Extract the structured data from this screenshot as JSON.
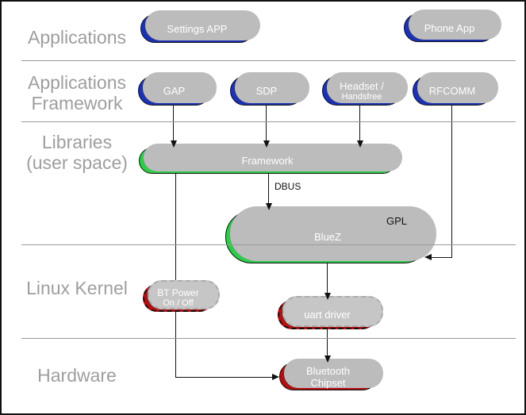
{
  "layers": {
    "applications": "Applications",
    "applications_framework": {
      "line1": "Applications",
      "line2": "Framework"
    },
    "libraries": {
      "line1": "Libraries",
      "line2": "(user space)"
    },
    "linux_kernel": "Linux Kernel",
    "hardware": "Hardware"
  },
  "nodes": {
    "settings_app": {
      "label": "Settings APP"
    },
    "phone_app": {
      "label": "Phone App"
    },
    "gap": {
      "label": "GAP"
    },
    "sdp": {
      "label": "SDP"
    },
    "headset": {
      "line1": "Headset /",
      "line2": "Handsfree"
    },
    "rfcomm": {
      "label": "RFCOMM"
    },
    "framework": {
      "label": "Framework"
    },
    "bluez": {
      "label": "BlueZ",
      "badge": "GPL"
    },
    "bt_power": {
      "line1": "BT Power",
      "line2": "On / Off"
    },
    "uart_driver": {
      "label": "uart driver"
    },
    "bluetooth_chipset": {
      "line1": "Bluetooth",
      "line2": "Chipset"
    }
  },
  "edges": {
    "dbus_label": "DBUS"
  },
  "colors": {
    "application_blue": "#1d32b3",
    "userspace_green": "#30cb4b",
    "kernel_red": "#b01113",
    "layer_label_gray": "#9e9e9e",
    "divider_gray": "#999999",
    "shadow_gray": "#bcbcbc"
  }
}
